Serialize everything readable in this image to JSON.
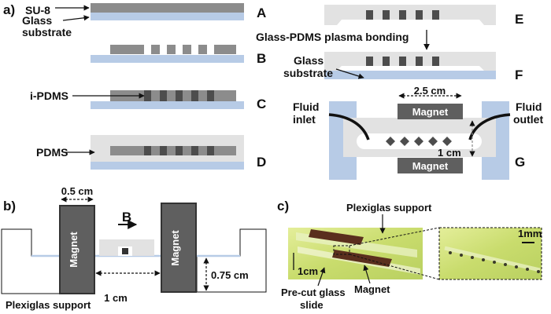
{
  "panel_a": {
    "label": "a)",
    "labels": {
      "su8": "SU-8",
      "glass_substrate_line1": "Glass",
      "glass_substrate_line2": "substrate",
      "ipdms": "i-PDMS",
      "pdms": "PDMS",
      "plasma_bonding": "Glass-PDMS plasma bonding",
      "glass_substrate_f_line1": "Glass",
      "glass_substrate_f_line2": "substrate",
      "dim_width": "2.5 cm",
      "magnet_top": "Magnet",
      "magnet_bottom": "Magnet",
      "dim_gap": "1 cm",
      "fluid_inlet_line1": "Fluid",
      "fluid_inlet_line2": "inlet",
      "fluid_outlet_line1": "Fluid",
      "fluid_outlet_line2": "outlet"
    },
    "steps": [
      "A",
      "B",
      "C",
      "D",
      "E",
      "F",
      "G"
    ]
  },
  "panel_b": {
    "label": "b)",
    "labels": {
      "magnet_width": "0.5 cm",
      "magnet_left": "Magnet",
      "magnet_right": "Magnet",
      "field": "B",
      "gap": "1 cm",
      "height": "0.75 cm",
      "support": "Plexiglas support"
    }
  },
  "panel_c": {
    "label": "c)",
    "labels": {
      "support": "Plexiglas support",
      "scale_1cm": "1cm",
      "scale_1mm": "1mm",
      "slide_line1": "Pre-cut glass",
      "slide_line2": "slide",
      "magnet": "Magnet"
    }
  },
  "colors": {
    "glass": "#b7cbe6",
    "su8": "#8c8c8c",
    "pdms": "#e2e2e2",
    "ipdms": "#4d4d4d",
    "magnet": "#5f5f5f",
    "photo_bg": "#cfe07a"
  }
}
